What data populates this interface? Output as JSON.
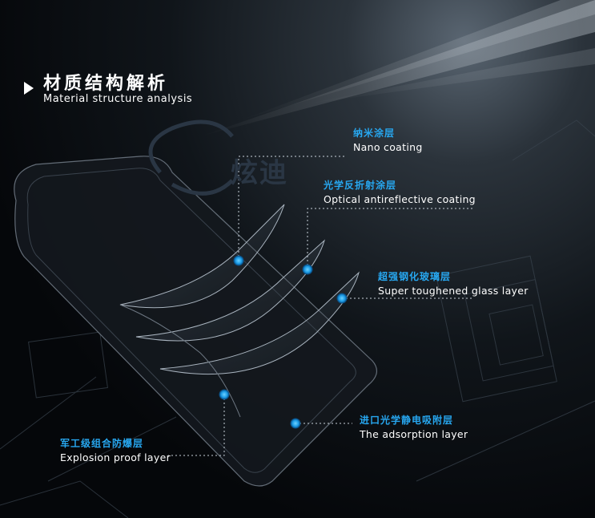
{
  "header": {
    "title_zh": "材质结构解析",
    "title_en": "Material structure analysis"
  },
  "logo": {
    "brand_text": "炫迪"
  },
  "layers": [
    {
      "zh": "纳米涂层",
      "en": "Nano coating"
    },
    {
      "zh": "光学反折射涂层",
      "en": "Optical antireflective coating"
    },
    {
      "zh": "超强钢化玻璃层",
      "en": "Super toughened glass layer"
    },
    {
      "zh": "进口光学静电吸附层",
      "en": "The adsorption layer"
    },
    {
      "zh": "军工级组合防爆层",
      "en": "Explosion proof layer"
    }
  ],
  "colors": {
    "accent": "#27a7f0",
    "background": "#05070a",
    "text": "#ffffff"
  }
}
